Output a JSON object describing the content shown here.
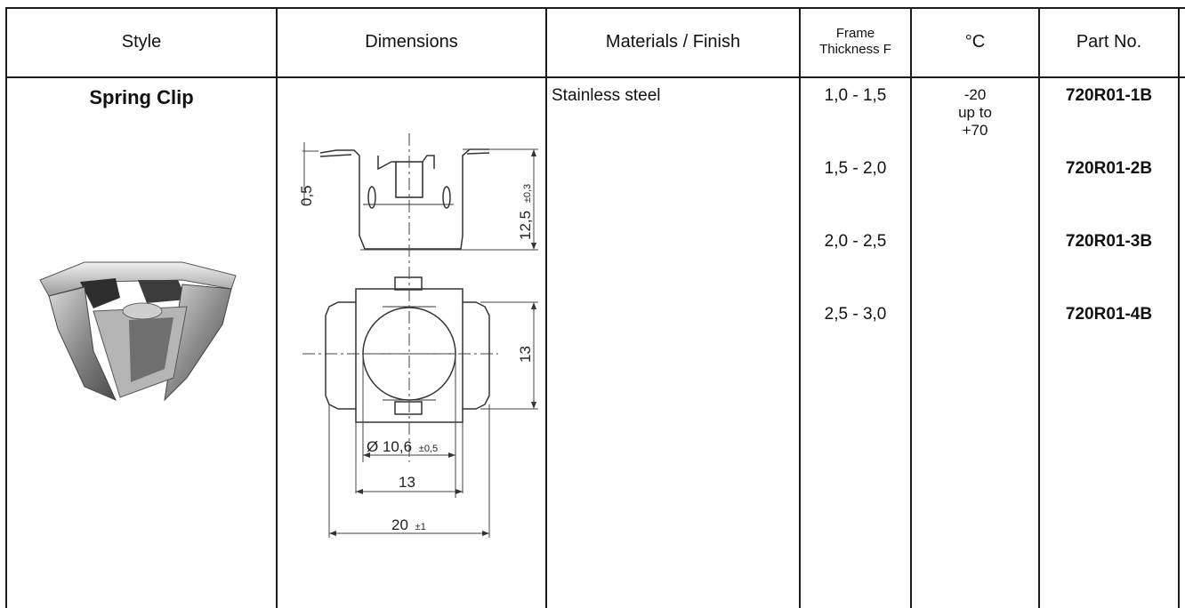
{
  "table": {
    "headers": {
      "style": "Style",
      "dimensions": "Dimensions",
      "materials": "Materials / Finish",
      "frame_line1": "Frame",
      "frame_line2": "Thickness F",
      "temperature": "°C",
      "part_no": "Part No."
    },
    "row": {
      "style": "Spring Clip",
      "material": "Stainless steel",
      "temp_line1": "-20",
      "temp_line2": "up to",
      "temp_line3": "+70",
      "thicknesses": [
        "1,0 - 1,5",
        "1,5 - 2,0",
        "2,0 - 2,5",
        "2,5 - 3,0"
      ],
      "part_numbers": [
        "720R01-1B",
        "720R01-2B",
        "720R01-3B",
        "720R01-4B"
      ]
    }
  },
  "drawing": {
    "top_view": {
      "sheet_thickness": "0,5",
      "height_value": "12,5",
      "height_tol": "±0,3"
    },
    "bottom_view": {
      "side_height": "13",
      "diameter_symbol": "Ø",
      "diameter_value": "10,6",
      "diameter_tol": "±0,5",
      "inner_width": "13",
      "overall_width": "20",
      "overall_tol": "±1"
    }
  }
}
